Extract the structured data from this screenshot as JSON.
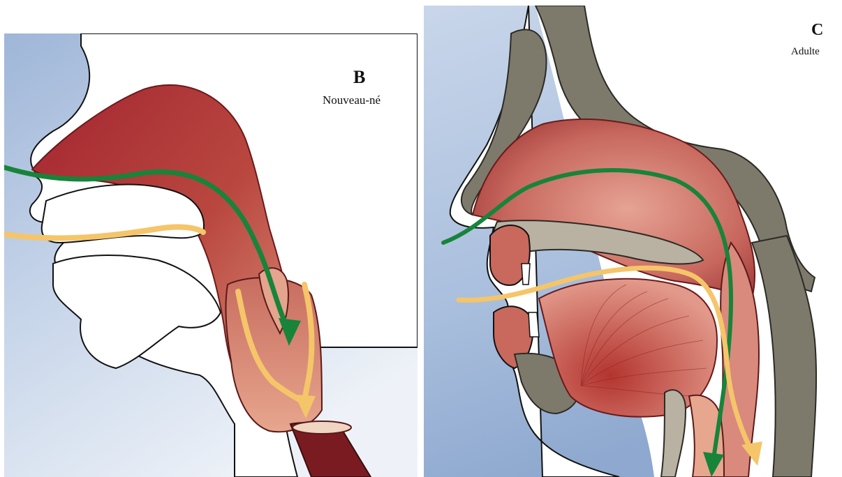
{
  "panels": [
    {
      "letter": "B",
      "caption": "Nouveau-né"
    },
    {
      "letter": "C",
      "caption": "Adulte"
    }
  ],
  "colors": {
    "background_blue": "#8ea8cf",
    "tissue_dark": "#9b2630",
    "tissue_light": "#d98a7c",
    "bone": "#7d7a6c",
    "air_flow": "#17843a",
    "food_flow": "#f5c56a"
  },
  "legend_semantics": {
    "air_flow": "green-arrow",
    "food_flow": "yellow-arrow"
  }
}
